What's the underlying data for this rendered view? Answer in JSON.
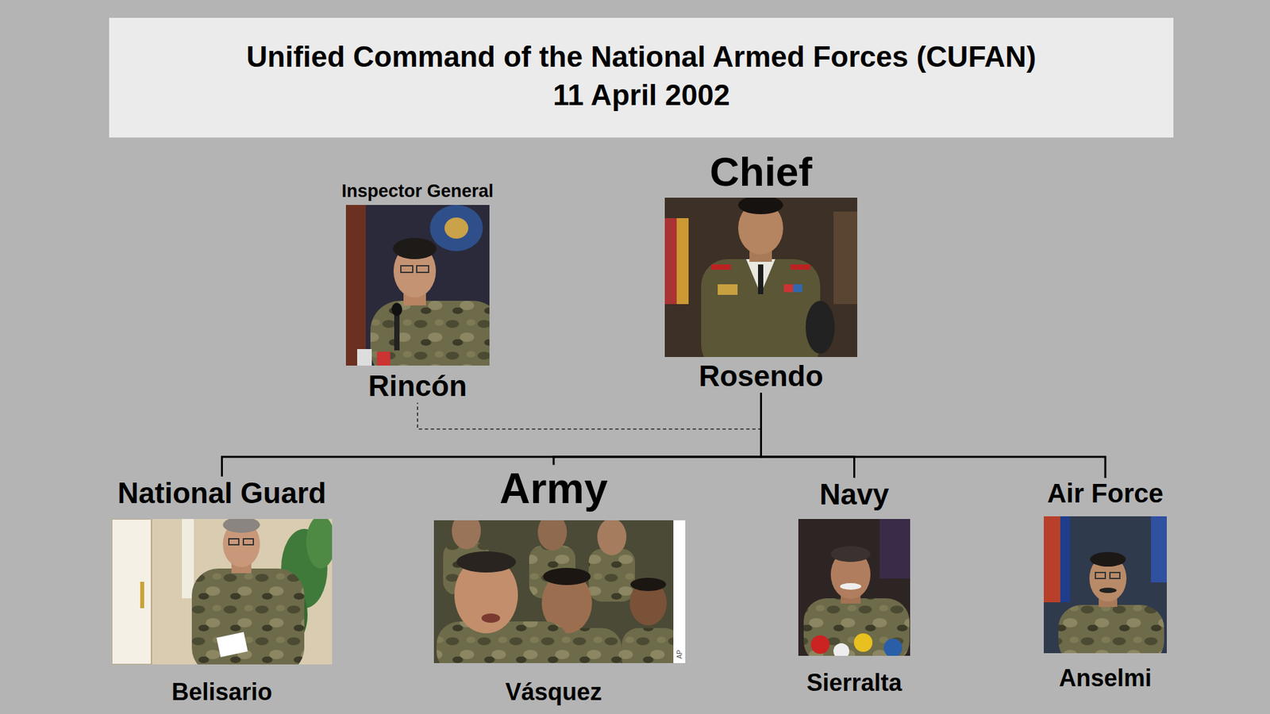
{
  "diagram": {
    "title": "Unified Command of the National Armed Forces (CUFAN)",
    "nodes": [
      {
        "text": [
          "Inspector General",
          "Rincón"
        ]
      },
      {
        "text": [
          "Chief",
          "Rosendo"
        ]
      },
      {
        "text": [
          "National Guard",
          "Belisario"
        ]
      },
      {
        "text": [
          "Army",
          "Vásquez"
        ]
      },
      {
        "text": [
          "Navy",
          "Sierralta"
        ]
      },
      {
        "text": [
          "Air Force",
          "Anselmi"
        ]
      }
    ],
    "edges": [
      {
        "from": 1,
        "to": 0,
        "arrow": "none"
      },
      {
        "from": 1,
        "to": 2,
        "arrow": "none"
      },
      {
        "from": 1,
        "to": 3,
        "arrow": "none"
      },
      {
        "from": 1,
        "to": 4,
        "arrow": "none"
      },
      {
        "from": 1,
        "to": 5,
        "arrow": "none"
      }
    ],
    "labels": [
      "11 April 2002",
      "AP"
    ]
  }
}
